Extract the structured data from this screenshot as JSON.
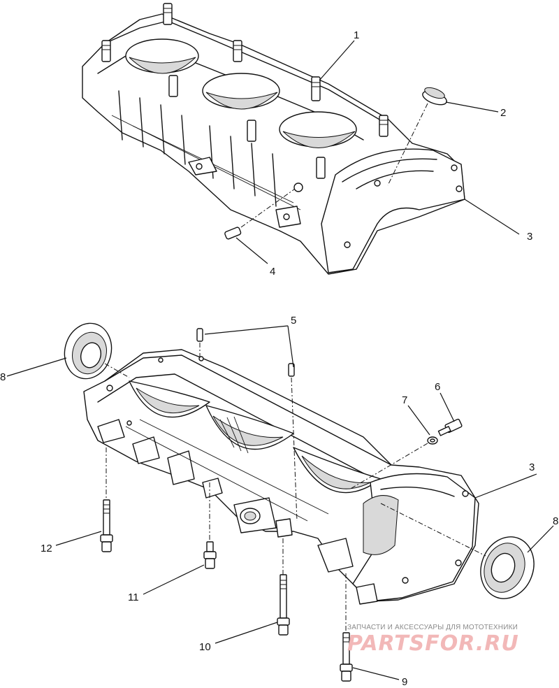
{
  "callouts": {
    "c1": "1",
    "c2": "2",
    "c3_top": "3",
    "c4": "4",
    "c5": "5",
    "c6": "6",
    "c7": "7",
    "c8_left": "8",
    "c3_bottom": "3",
    "c8_right": "8",
    "c12": "12",
    "c11": "11",
    "c10": "10",
    "c9": "9"
  },
  "watermark": {
    "caption": "ЗАПЧАСТИ И АКСЕССУАРЫ ДЛЯ МОТОТЕХНИКИ",
    "logo": "PARTSFOR.RU"
  },
  "colors": {
    "ink": "#111111",
    "background": "#ffffff",
    "watermark_logo": "#f2b8b8",
    "watermark_caption": "#8a8a8a"
  }
}
